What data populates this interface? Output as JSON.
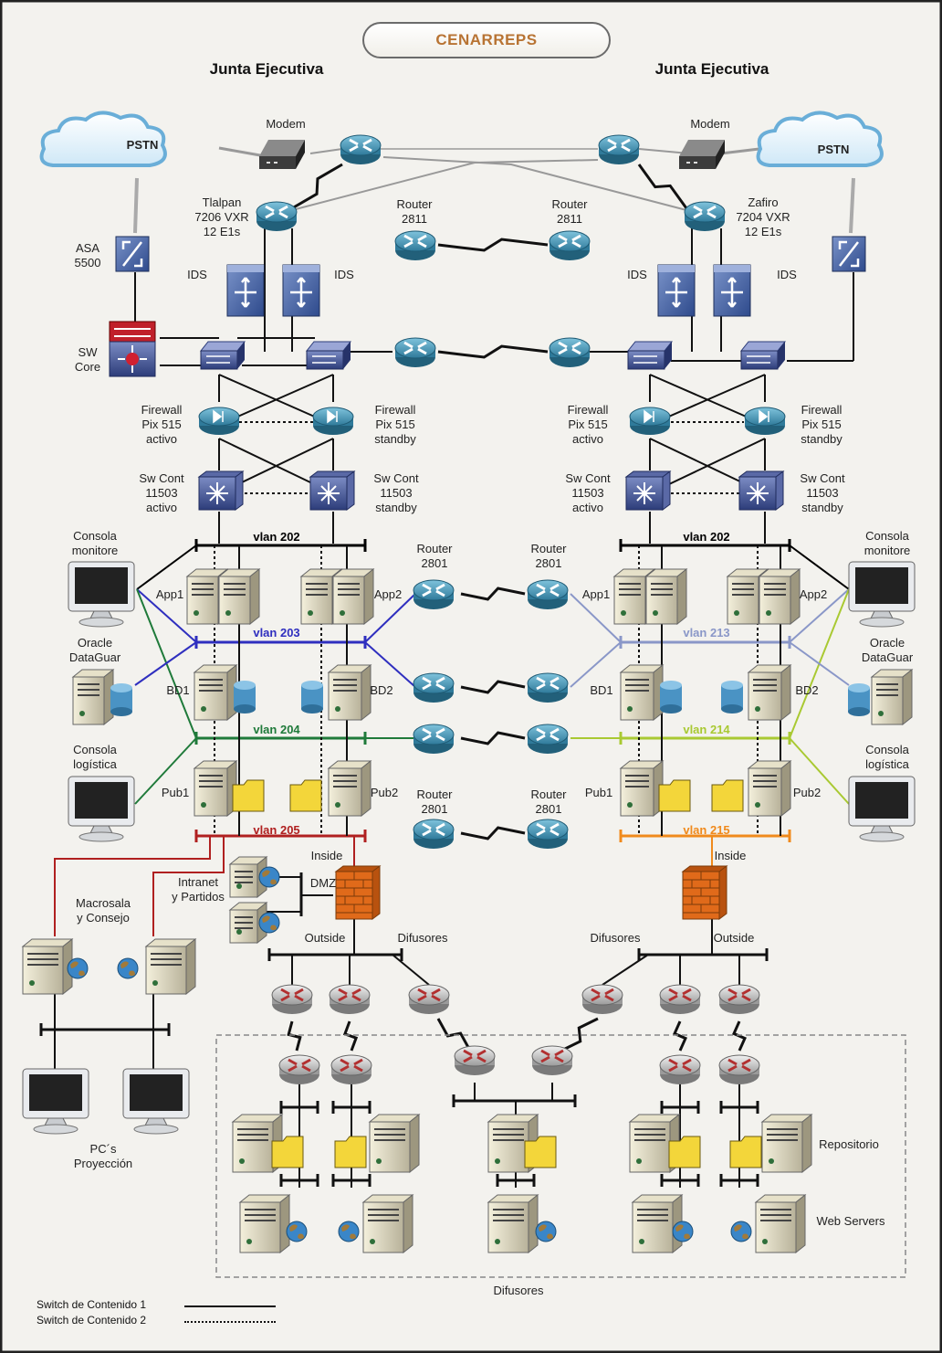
{
  "title": "CENARREPS",
  "headers": {
    "left": "Junta Ejecutiva",
    "right": "Junta Ejecutiva"
  },
  "labels": {
    "pstn_left": "PSTN",
    "pstn_right": "PSTN",
    "modem_left": "Modem",
    "modem_right": "Modem",
    "tlalpan": [
      "Tlalpan",
      "7206 VXR",
      "12 E1s"
    ],
    "zafiro": [
      "Zafiro",
      "7204 VXR",
      "12 E1s"
    ],
    "router2811_left": [
      "Router",
      "2811"
    ],
    "router2811_right": [
      "Router",
      "2811"
    ],
    "asa": [
      "ASA",
      "5500"
    ],
    "ids_1": "IDS",
    "ids_2": "IDS",
    "ids_3": "IDS",
    "ids_4": "IDS",
    "sw_core": [
      "SW",
      "Core"
    ],
    "fw_left_active": [
      "Firewall",
      "Pix 515",
      "activo"
    ],
    "fw_left_standby": [
      "Firewall",
      "Pix 515",
      "standby"
    ],
    "fw_right_active": [
      "Firewall",
      "Pix 515",
      "activo"
    ],
    "fw_right_standby": [
      "Firewall",
      "Pix 515",
      "standby"
    ],
    "sw_left_active": [
      "Sw Cont",
      "11503",
      "activo"
    ],
    "sw_left_standby": [
      "Sw Cont",
      "11503",
      "standby"
    ],
    "sw_right_active": [
      "Sw Cont",
      "11503",
      "activo"
    ],
    "sw_right_standby": [
      "Sw Cont",
      "11503",
      "standby"
    ],
    "vlan_202_left": "vlan 202",
    "vlan_202_right": "vlan 202",
    "vlan_203": "vlan 203",
    "vlan_213": "vlan 213",
    "vlan_204": "vlan 204",
    "vlan_214": "vlan 214",
    "vlan_205": "vlan 205",
    "vlan_215": "vlan 215",
    "router2801_a_left": [
      "Router",
      "2801"
    ],
    "router2801_a_right": [
      "Router",
      "2801"
    ],
    "router2801_b_left": [
      "Router",
      "2801"
    ],
    "router2801_b_right": [
      "Router",
      "2801"
    ],
    "consola_monitore_left": [
      "Consola",
      "monitore"
    ],
    "consola_monitore_right": [
      "Consola",
      "monitore"
    ],
    "oracle_left": [
      "Oracle",
      "DataGuar"
    ],
    "oracle_right": [
      "Oracle",
      "DataGuar"
    ],
    "consola_logistica_left": [
      "Consola",
      "logística"
    ],
    "consola_logistica_right": [
      "Consola",
      "logística"
    ],
    "app1_left": "App1",
    "app2_left": "App2",
    "app1_right": "App1",
    "app2_right": "App2",
    "bd1_left": "BD1",
    "bd2_left": "BD2",
    "bd1_right": "BD1",
    "bd2_right": "BD2",
    "pub1_left": "Pub1",
    "pub2_left": "Pub2",
    "pub1_right": "Pub1",
    "pub2_right": "Pub2",
    "inside_left": "Inside",
    "inside_right": "Inside",
    "dmz": "DMZ",
    "intranet": [
      "Intranet",
      "y Partidos"
    ],
    "macrosala": [
      "Macrosala",
      "y Consejo"
    ],
    "outside_left": "Outside",
    "outside_right": "Outside",
    "difusores_left": "Difusores",
    "difusores_right": "Difusores",
    "pcs": [
      "PC´s",
      "Proyección"
    ],
    "repositorio": "Repositorio",
    "web_servers": "Web Servers",
    "difusores_bottom": "Difusores"
  },
  "legend": {
    "line1": "Switch de Contenido 1",
    "line2": "Switch de Contenido 2"
  },
  "colors": {
    "vlan_202": "#000000",
    "vlan_203": "#2f2fbf",
    "vlan_213": "#8a97c8",
    "vlan_204": "#1f7a3a",
    "vlan_214": "#a9c932",
    "vlan_205": "#b02020",
    "vlan_215": "#f08a1c",
    "router_blue": "#3d8fb0",
    "router_red": "#b23030",
    "firewall_brick": "#e06a1a",
    "folder_yellow": "#f3d63a"
  },
  "icons": [
    "cloud-icon",
    "modem-icon",
    "router-icon",
    "ids-icon",
    "switch-icon",
    "firewall-icon",
    "content-switch-icon",
    "server-icon",
    "monitor-icon",
    "database-icon",
    "folder-icon",
    "globe-icon",
    "brick-firewall-icon",
    "lightning-icon"
  ]
}
